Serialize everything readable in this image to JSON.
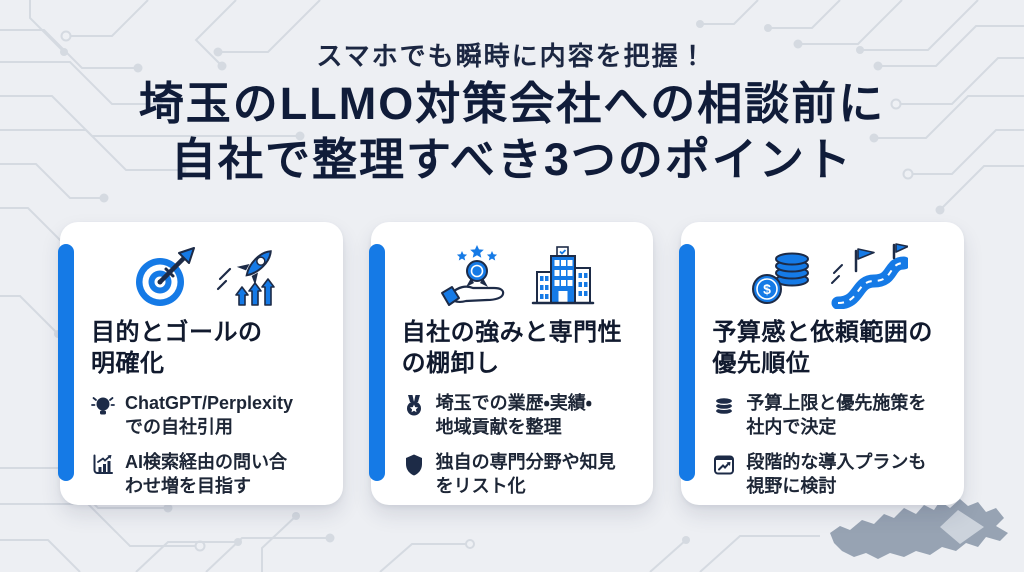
{
  "header": {
    "subtitle": "スマホでも瞬時に内容を把握！",
    "title_line1": "埼玉のLLMO対策会社への相談前に",
    "title_line2": "自社で整理すべき3つのポイント"
  },
  "colors": {
    "accent_blue": "#157ae6",
    "outline_navy": "#1d2b47",
    "title_navy": "#101c39",
    "text_dark": "#1d2636",
    "card_bg": "#ffffff",
    "background": "#edeff3",
    "circuit_line": "#d5dae1",
    "map_silhouette_gray": "#97a3b3"
  },
  "decorations": {
    "circuit_pattern": "circuit-board-lines",
    "bottom_right_shape": "saitama-prefecture-silhouette"
  },
  "cards": [
    {
      "icons": [
        "target-arrow-icon",
        "rocket-growth-icon"
      ],
      "title": "目的とゴールの\n明確化",
      "bullets": [
        {
          "icon": "lightbulb-icon",
          "text": "ChatGPT/Perplexity\nでの自社引用"
        },
        {
          "icon": "bar-chart-icon",
          "text": "AI検索経由の問い合\nわせ増を目指す"
        }
      ]
    },
    {
      "icons": [
        "medal-hand-icon",
        "building-icon"
      ],
      "title": "自社の強みと専門性\nの棚卸し",
      "bullets": [
        {
          "icon": "medal-icon",
          "text": "埼玉での業歴・実績・\n地域貢献を整理"
        },
        {
          "icon": "shield-icon",
          "text": "独自の専門分野や知見\nをリスト化"
        }
      ]
    },
    {
      "icons": [
        "coins-icon",
        "road-flags-icon"
      ],
      "title": "予算感と依頼範囲の\n優先順位",
      "bullets": [
        {
          "icon": "coin-stack-icon",
          "text": "予算上限と優先施策を\n社内で決定"
        },
        {
          "icon": "trend-box-icon",
          "text": "段階的な導入プランも\n視野に検討"
        }
      ]
    }
  ]
}
